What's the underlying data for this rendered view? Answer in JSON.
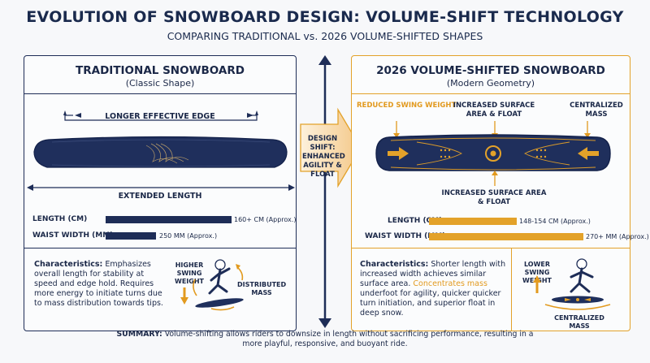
{
  "title": "EVOLUTION OF SNOWBOARD DESIGN: VOLUME-SHIFT TECHNOLOGY",
  "subtitle": "COMPARING TRADITIONAL vs. 2026 VOLUME-SHIFTED SHAPES",
  "left": {
    "title": "TRADITIONAL SNOWBOARD",
    "subtitle": "(Classic Shape)",
    "edge_label": "LONGER EFFECTIVE EDGE",
    "length_label": "EXTENDED LENGTH",
    "metrics": [
      {
        "label": "LENGTH (CM)",
        "value": "160+ CM (Approx.)"
      },
      {
        "label": "WAIST WIDTH (MM)",
        "value": "250 MM (Approx.)"
      }
    ],
    "char_heading": "Characteristics:",
    "char_text": "Emphasizes overall length for stability at speed and edge hold. Requires more energy to initiate turns due to mass distribution towards tips.",
    "swing_label": "HIGHER SWING WEIGHT",
    "mass_label": "DISTRIBUTED MASS"
  },
  "center": {
    "shift_label": "DESIGN SHIFT: ENHANCED AGILITY & FLOAT"
  },
  "right": {
    "title": "2026 VOLUME-SHIFTED SNOWBOARD",
    "subtitle": "(Modern Geometry)",
    "reduced_label": "REDUCED SWING WEIGHT",
    "surface_label_top": "INCREASED SURFACE AREA & FLOAT",
    "centralized_label_top": "CENTRALIZED MASS",
    "surface_label_bottom": "INCREASED SURFACE AREA & FLOAT",
    "metrics": [
      {
        "label": "LENGTH (CM)",
        "value": "148-154 CM (Approx.)"
      },
      {
        "label": "WAIST WIDTH (MM)",
        "value": "270+ MM (Approx.)"
      }
    ],
    "char_heading": "Characteristics:",
    "char_text_1": "Shorter length with increased width achieves similar surface area.",
    "char_highlight": "Concentrates mass",
    "char_text_2": "underfoot for agility, quicker quicker turn initiation, and superior float in deep snow.",
    "swing_label": "LOWER SWING WEIGHT",
    "mass_label": "CENTRALIZED MASS"
  },
  "summary_heading": "SUMMARY:",
  "summary_text": "Volume-shifting allows riders to downsize in length without sacrificing performance, resulting in a more playful, responsive, and buoyant ride.",
  "colors": {
    "navy": "#1e2d57",
    "orange": "#e3a22a",
    "board": "#1f2f5c"
  }
}
